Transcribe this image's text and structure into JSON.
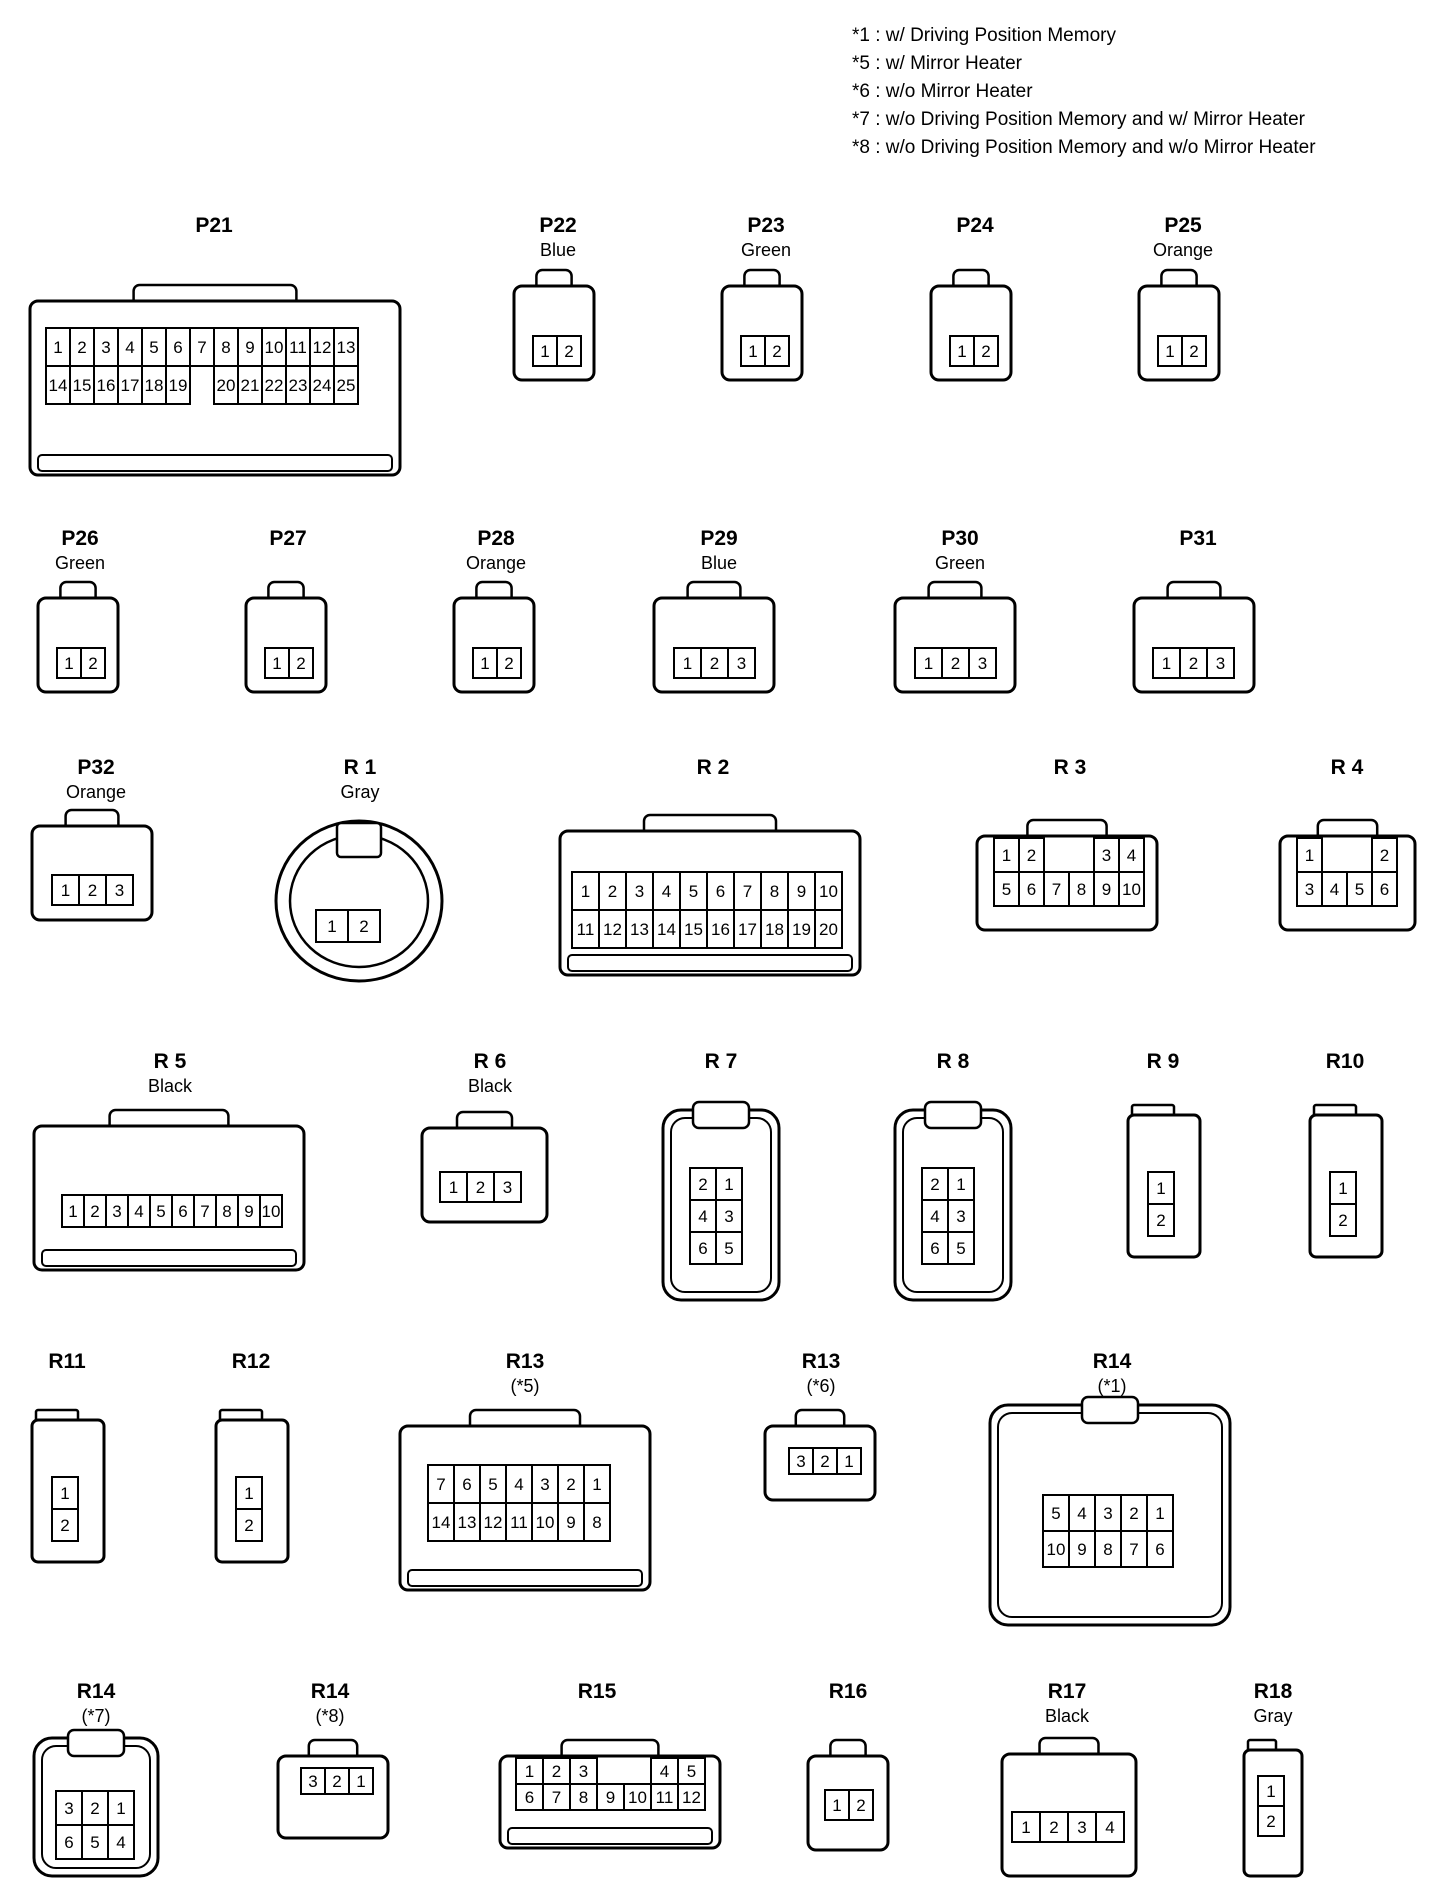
{
  "legend": [
    "*1 : w/ Driving Position Memory",
    "*5 : w/ Mirror Heater",
    "*6 : w/o Mirror Heater",
    "*7 : w/o Driving Position Memory and w/ Mirror Heater",
    "*8 : w/o Driving Position Memory and w/o Mirror Heater"
  ],
  "connectors": [
    {
      "id": "P21",
      "sub": "",
      "rows": [
        [
          "1",
          "2",
          "3",
          "4",
          "5",
          "6",
          "7",
          "8",
          "9",
          "10",
          "11",
          "12",
          "13"
        ],
        [
          "14",
          "15",
          "16",
          "17",
          "18",
          "19",
          "",
          "20",
          "21",
          "22",
          "23",
          "24",
          "25"
        ]
      ]
    },
    {
      "id": "P22",
      "sub": "Blue",
      "rows": [
        [
          "1",
          "2"
        ]
      ]
    },
    {
      "id": "P23",
      "sub": "Green",
      "rows": [
        [
          "1",
          "2"
        ]
      ]
    },
    {
      "id": "P24",
      "sub": "",
      "rows": [
        [
          "1",
          "2"
        ]
      ]
    },
    {
      "id": "P25",
      "sub": "Orange",
      "rows": [
        [
          "1",
          "2"
        ]
      ]
    },
    {
      "id": "P26",
      "sub": "Green",
      "rows": [
        [
          "1",
          "2"
        ]
      ]
    },
    {
      "id": "P27",
      "sub": "",
      "rows": [
        [
          "1",
          "2"
        ]
      ]
    },
    {
      "id": "P28",
      "sub": "Orange",
      "rows": [
        [
          "1",
          "2"
        ]
      ]
    },
    {
      "id": "P29",
      "sub": "Blue",
      "rows": [
        [
          "1",
          "2",
          "3"
        ]
      ]
    },
    {
      "id": "P30",
      "sub": "Green",
      "rows": [
        [
          "1",
          "2",
          "3"
        ]
      ]
    },
    {
      "id": "P31",
      "sub": "",
      "rows": [
        [
          "1",
          "2",
          "3"
        ]
      ]
    },
    {
      "id": "P32",
      "sub": "Orange",
      "rows": [
        [
          "1",
          "2",
          "3"
        ]
      ]
    },
    {
      "id": "R 1",
      "sub": "Gray",
      "rows": [
        [
          "1",
          "2"
        ]
      ]
    },
    {
      "id": "R 2",
      "sub": "",
      "rows": [
        [
          "1",
          "2",
          "3",
          "4",
          "5",
          "6",
          "7",
          "8",
          "9",
          "10"
        ],
        [
          "11",
          "12",
          "13",
          "14",
          "15",
          "16",
          "17",
          "18",
          "19",
          "20"
        ]
      ]
    },
    {
      "id": "R 3",
      "sub": "",
      "rows": [
        [
          "1",
          "2",
          "",
          "",
          "3",
          "4"
        ],
        [
          "5",
          "6",
          "7",
          "8",
          "9",
          "10"
        ]
      ]
    },
    {
      "id": "R 4",
      "sub": "",
      "rows": [
        [
          "1",
          "",
          "",
          "2"
        ],
        [
          "3",
          "4",
          "5",
          "6"
        ]
      ]
    },
    {
      "id": "R 5",
      "sub": "Black",
      "rows": [
        [
          "1",
          "2",
          "3",
          "4",
          "5",
          "6",
          "7",
          "8",
          "9",
          "10"
        ]
      ]
    },
    {
      "id": "R 6",
      "sub": "Black",
      "rows": [
        [
          "1",
          "2",
          "3"
        ]
      ]
    },
    {
      "id": "R 7",
      "sub": "",
      "rows": [
        [
          "2",
          "1"
        ],
        [
          "4",
          "3"
        ],
        [
          "6",
          "5"
        ]
      ]
    },
    {
      "id": "R 8",
      "sub": "",
      "rows": [
        [
          "2",
          "1"
        ],
        [
          "4",
          "3"
        ],
        [
          "6",
          "5"
        ]
      ]
    },
    {
      "id": "R 9",
      "sub": "",
      "rows": [
        [
          "1"
        ],
        [
          "2"
        ]
      ]
    },
    {
      "id": "R10",
      "sub": "",
      "rows": [
        [
          "1"
        ],
        [
          "2"
        ]
      ]
    },
    {
      "id": "R11",
      "sub": "",
      "rows": [
        [
          "1"
        ],
        [
          "2"
        ]
      ]
    },
    {
      "id": "R12",
      "sub": "",
      "rows": [
        [
          "1"
        ],
        [
          "2"
        ]
      ]
    },
    {
      "id": "R13",
      "sub": "(*5)",
      "rows": [
        [
          "7",
          "6",
          "5",
          "4",
          "3",
          "2",
          "1"
        ],
        [
          "14",
          "13",
          "12",
          "11",
          "10",
          "9",
          "8"
        ]
      ]
    },
    {
      "id": "R13",
      "sub": "(*6)",
      "rows": [
        [
          "3",
          "2",
          "1"
        ]
      ]
    },
    {
      "id": "R14",
      "sub": "(*1)",
      "rows": [
        [
          "5",
          "4",
          "3",
          "2",
          "1"
        ],
        [
          "10",
          "9",
          "8",
          "7",
          "6"
        ]
      ]
    },
    {
      "id": "R14",
      "sub": "(*7)",
      "rows": [
        [
          "3",
          "2",
          "1"
        ],
        [
          "6",
          "5",
          "4"
        ]
      ]
    },
    {
      "id": "R14",
      "sub": "(*8)",
      "rows": [
        [
          "3",
          "2",
          "1"
        ]
      ]
    },
    {
      "id": "R15",
      "sub": "",
      "rows": [
        [
          "1",
          "2",
          "3",
          "",
          "",
          "4",
          "5"
        ],
        [
          "6",
          "7",
          "8",
          "9",
          "10",
          "11",
          "12"
        ]
      ]
    },
    {
      "id": "R16",
      "sub": "",
      "rows": [
        [
          "1",
          "2"
        ]
      ]
    },
    {
      "id": "R17",
      "sub": "Black",
      "rows": [
        [
          "1",
          "2",
          "3",
          "4"
        ]
      ]
    },
    {
      "id": "R18",
      "sub": "Gray",
      "rows": [
        [
          "1"
        ],
        [
          "2"
        ]
      ]
    }
  ]
}
